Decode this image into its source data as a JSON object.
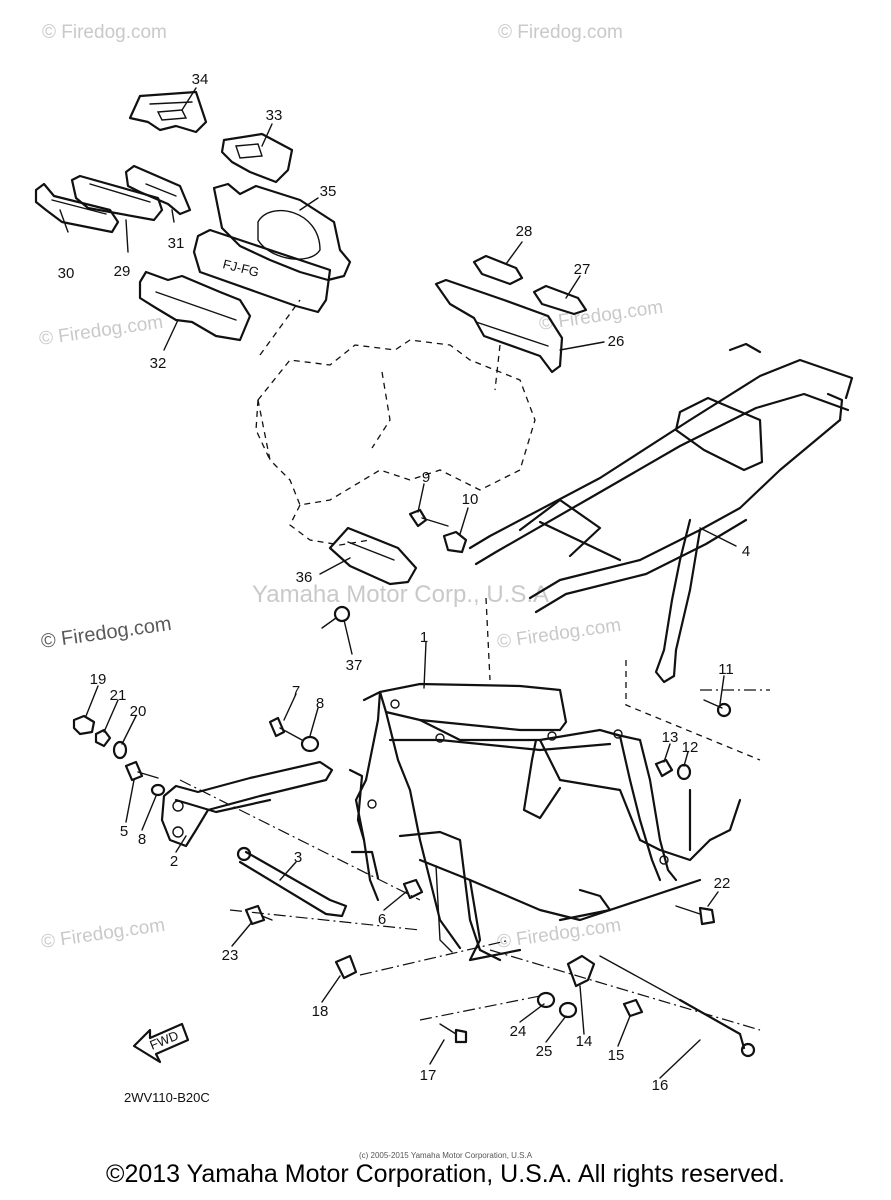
{
  "watermarks": {
    "firedog": "© Firedog.com",
    "yamaha": "Yamaha Motor Corp., U.S.A"
  },
  "diagram": {
    "code": "2WV110-B20C",
    "fwd_arrow": "FWD",
    "decal_text": "FJ-FG",
    "callouts": [
      "1",
      "2",
      "3",
      "4",
      "5",
      "6",
      "7",
      "8",
      "8",
      "9",
      "10",
      "11",
      "12",
      "13",
      "14",
      "15",
      "16",
      "17",
      "18",
      "19",
      "20",
      "21",
      "22",
      "23",
      "24",
      "25",
      "26",
      "27",
      "28",
      "29",
      "30",
      "31",
      "32",
      "33",
      "34",
      "35",
      "36",
      "37"
    ]
  },
  "footer": {
    "small_copyright": "(c) 2005-2015 Yamaha Motor Corporation, U.S.A",
    "copyright": "©2013 Yamaha Motor Corporation, U.S.A. All rights reserved."
  }
}
